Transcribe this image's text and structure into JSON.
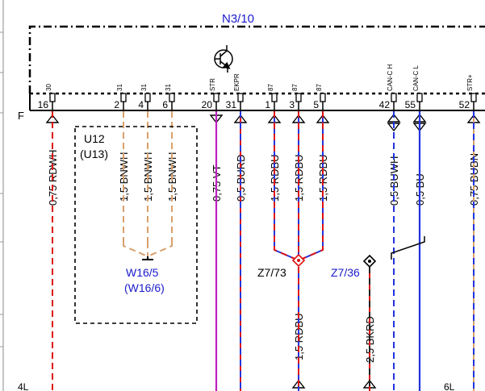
{
  "module": {
    "name": "N3/10",
    "color": "#1a1acc"
  },
  "connector_row_label": "F",
  "pins": [
    {
      "num": "16",
      "func": "30"
    },
    {
      "num": "2",
      "func": "31"
    },
    {
      "num": "4",
      "func": "31"
    },
    {
      "num": "6",
      "func": "31"
    },
    {
      "num": "20",
      "func": "STR"
    },
    {
      "num": "31",
      "func": "EKPR"
    },
    {
      "num": "1",
      "func": "87"
    },
    {
      "num": "3",
      "func": "87"
    },
    {
      "num": "5",
      "func": "87"
    },
    {
      "num": "42",
      "func": "CAN-C H"
    },
    {
      "num": "55",
      "func": "CAN-C L"
    },
    {
      "num": "52",
      "func": "STR+"
    }
  ],
  "wires": [
    {
      "label": "0,75 RDWH",
      "colors": [
        "#dd1111",
        "#ffffff"
      ]
    },
    {
      "label": "1,5 BNWH",
      "colors": [
        "#d9a06a",
        "#ffffff"
      ]
    },
    {
      "label": "1,5 BNWH",
      "colors": [
        "#d9a06a",
        "#ffffff"
      ]
    },
    {
      "label": "1,5 BNWH",
      "colors": [
        "#d9a06a",
        "#ffffff"
      ]
    },
    {
      "label": "0,75 VT",
      "colors": [
        "#bb22bb"
      ]
    },
    {
      "label": "0,5 BURD",
      "colors": [
        "#2233dd",
        "#dd1111"
      ]
    },
    {
      "label": "1,5 RDBU",
      "colors": [
        "#dd1111",
        "#2233dd"
      ]
    },
    {
      "label": "1,5 RDBU",
      "colors": [
        "#dd1111",
        "#2233dd"
      ]
    },
    {
      "label": "1,5 RDBU",
      "colors": [
        "#dd1111",
        "#2233dd"
      ]
    },
    {
      "label": "0,5 BUWH",
      "colors": [
        "#2233dd",
        "#ffffff"
      ]
    },
    {
      "label": "0,5 BU",
      "colors": [
        "#2233dd"
      ]
    },
    {
      "label": "0,75 BUBN",
      "colors": [
        "#2233dd",
        "#d9a06a"
      ]
    }
  ],
  "lower_wires": [
    {
      "label": "1,5 RDBU",
      "colors": [
        "#dd1111",
        "#2233dd"
      ]
    },
    {
      "label": "2,5 BKRD",
      "colors": [
        "#222222",
        "#dd1111"
      ]
    }
  ],
  "component_box": {
    "line1": "U12",
    "line2": "(U13)"
  },
  "ground_point": {
    "line1": "W16/5",
    "line2": "(W16/6)",
    "color": "#1a1acc"
  },
  "splices": [
    {
      "name": "Z7/73",
      "color": "#000000"
    },
    {
      "name": "Z7/36",
      "color": "#1a1acc"
    }
  ],
  "page_refs": {
    "bottom_left": "4L",
    "bottom_right": "6L"
  }
}
